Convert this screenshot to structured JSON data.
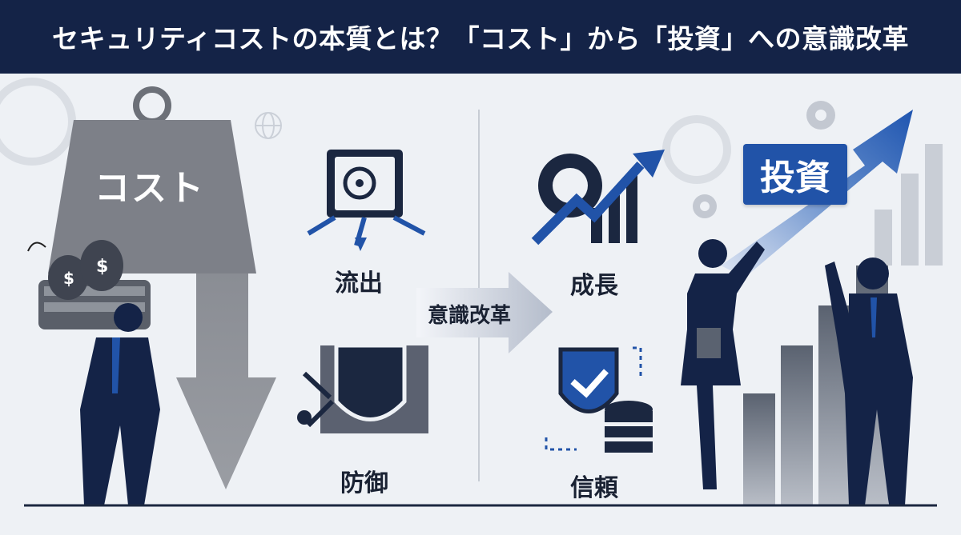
{
  "header": {
    "title": "セキュリティコストの本質とは？「コスト」から「投資」への意識改革"
  },
  "left": {
    "weight_label": "コスト"
  },
  "middle_left": {
    "outflow_label": "流出",
    "defense_label": "防御"
  },
  "center": {
    "shift_label": "意識改革"
  },
  "middle_right": {
    "growth_label": "成長",
    "trust_label": "信頼"
  },
  "right": {
    "invest_label": "投資"
  },
  "colors": {
    "navy": "#142347",
    "blue": "#2153a8",
    "gray": "#7d8088"
  },
  "icons": [
    "weight-icon",
    "money-bag-icon",
    "safe-icon",
    "shield-wall-icon",
    "gear-growth-icon",
    "shield-check-icon",
    "database-icon",
    "gear-icon",
    "globe-icon"
  ]
}
